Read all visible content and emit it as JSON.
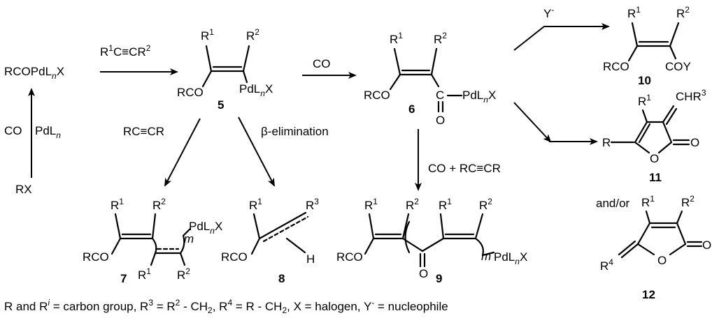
{
  "scheme": {
    "reagents": {
      "acyl_pd": "RCOPdL",
      "n": "n",
      "x": "X",
      "rx": "RX",
      "co": "CO",
      "pdln": "PdL",
      "alkyne_top": "R",
      "alkyne_top_rest": "C≡CR",
      "co_arrow": "CO",
      "alkyne_side": "RC≡CR",
      "beta_elim": "β-elimination",
      "co_alkyne": "CO + RC≡CR",
      "nucleophile": "Y",
      "minus": "-",
      "andor": "and/or"
    },
    "atoms": {
      "R": "R",
      "R1": "R",
      "R2": "R",
      "R3": "R",
      "R4": "R",
      "one": "1",
      "two": "2",
      "three": "3",
      "four": "4",
      "RCO": "RCO",
      "PdL": "PdL",
      "X": "X",
      "C": "C",
      "O": "O",
      "H": "H",
      "m": "m",
      "COY": "COY",
      "CHR": "CHR"
    },
    "compound_numbers": [
      "5",
      "6",
      "7",
      "8",
      "9",
      "10",
      "11",
      "12"
    ],
    "footnote": "R and R = carbon group, R = R - CH, R = R - CH, X = halogen, Y = nucleophile",
    "footnote_parts": {
      "p1": "R and R",
      "i": "i",
      "p2": " = carbon group, R",
      "p3": " = R",
      "p4": " - CH",
      "p5": ", R",
      "p6": " = R - CH",
      "p7": ", X = halogen, Y",
      "p8": " = nucleophile",
      "sup3": "3",
      "sup2": "2",
      "sub2": "2",
      "sup4": "4",
      "minus": "-"
    }
  }
}
